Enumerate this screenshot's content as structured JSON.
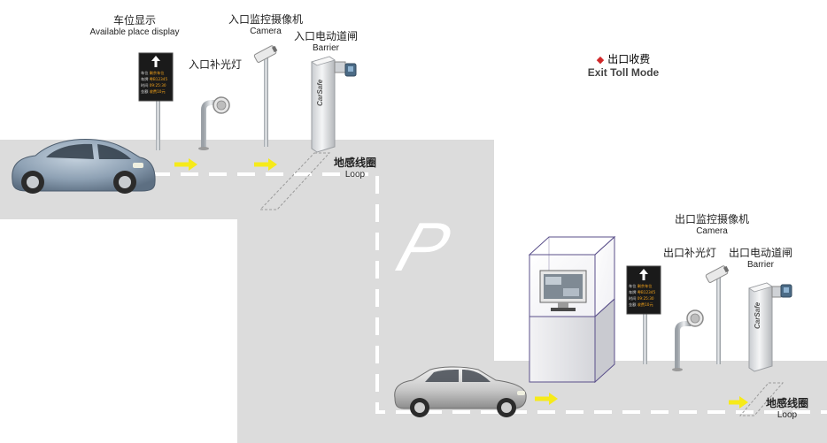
{
  "labels": {
    "display_cn": "车位显示",
    "display_en": "Available place display",
    "entry_camera_cn": "入口监控摄像机",
    "entry_camera_en": "Camera",
    "entry_light_cn": "入口补光灯",
    "entry_barrier_cn": "入口电动道闸",
    "entry_barrier_en": "Barrier",
    "entry_loop_cn": "地感线圈",
    "entry_loop_en": "Loop",
    "exit_mode_cn": "出口收费",
    "exit_mode_en": "Exit Toll Mode",
    "exit_camera_cn": "出口监控摄像机",
    "exit_camera_en": "Camera",
    "exit_light_cn": "出口补光灯",
    "exit_barrier_cn": "出口电动道闸",
    "exit_barrier_en": "Barrier",
    "exit_loop_cn": "地感线圈",
    "exit_loop_en": "Loop",
    "parking_letter": "P",
    "brand": "CarSafe"
  },
  "sign_rows": [
    {
      "k": "车位",
      "v": "剩余车位"
    },
    {
      "k": "车牌",
      "v": "粤B12345"
    },
    {
      "k": "时间",
      "v": "09:25:30"
    },
    {
      "k": "金额",
      "v": "收费10元"
    }
  ],
  "colors": {
    "road": "#dcdcdc",
    "arrow": "#f6ea1a",
    "diamond": "#d0282a",
    "sign_bg": "#1a1a1a",
    "sign_text": "#f2a21a"
  }
}
